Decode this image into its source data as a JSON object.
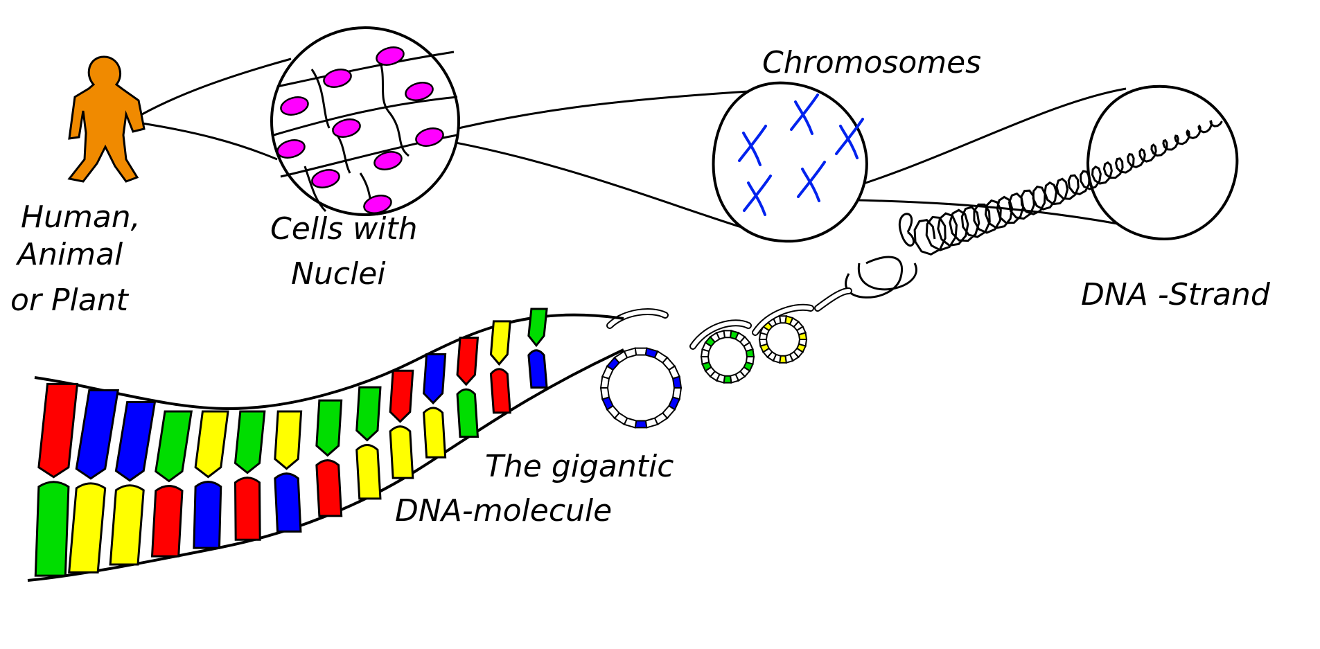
{
  "labels": {
    "human": [
      "Human,",
      "Animal",
      "or Plant"
    ],
    "cells": [
      "Cells with",
      "Nuclei"
    ],
    "chromosomes": "Chromosomes",
    "dna_strand": "DNA -Strand",
    "dna_molecule": [
      "The gigantic",
      "DNA-molecule"
    ]
  },
  "colors": {
    "human": "#f08a00",
    "nucleus": "#ff00ff",
    "chromosome": "#0022ee",
    "base_red": "#ff0000",
    "base_blue": "#0000ff",
    "base_green": "#00dd00",
    "base_yellow": "#ffff00",
    "ink": "#000000"
  },
  "dna_base_pairs": [
    [
      "red",
      "green"
    ],
    [
      "blue",
      "yellow"
    ],
    [
      "blue",
      "yellow"
    ],
    [
      "green",
      "red"
    ],
    [
      "yellow",
      "blue"
    ],
    [
      "green",
      "red"
    ],
    [
      "yellow",
      "blue"
    ],
    [
      "green",
      "red"
    ],
    [
      "green",
      "yellow"
    ],
    [
      "red",
      "yellow"
    ],
    [
      "blue",
      "yellow"
    ],
    [
      "red",
      "green"
    ],
    [
      "yellow",
      "red"
    ],
    [
      "green",
      "blue"
    ]
  ]
}
